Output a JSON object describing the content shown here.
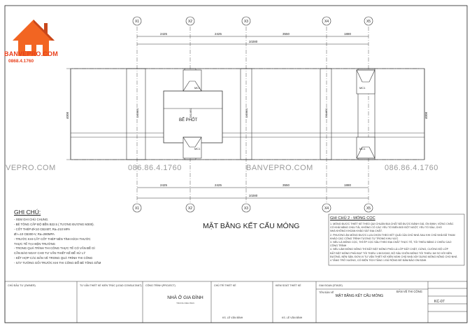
{
  "brand": {
    "name": "BANVEPRO.COM",
    "phone": "0868.4.1760"
  },
  "watermark": {
    "left": "VEPRO.COM",
    "phone1": "086.86.4.1760",
    "center": "BANVEPRO.COM",
    "phone2": "086.86.4.1760"
  },
  "plan": {
    "axes": [
      "X1",
      "X2",
      "X3",
      "X4",
      "X5"
    ],
    "top_spans": [
      "2425",
      "2425",
      "3550",
      "1880"
    ],
    "bottom_spans": [
      "2425",
      "2425",
      "3550",
      "1880"
    ],
    "total_length": "10280",
    "side_dim": "4008",
    "pit_label": "BỂ PHỐT",
    "foundation_labels": [
      "MC1",
      "MC1",
      "MC1",
      "MC1"
    ],
    "beam_labels": [
      "DG-MB1",
      "DG-MB1",
      "DG-MB1",
      "DG-MB1"
    ]
  },
  "drawing_title": "MẶT BẰNG KẾT CẤU MÓNG",
  "notes": {
    "title": "GHI CHÚ:",
    "lines": [
      "- XEM GHI CHÚ CHUNG.",
      "- BÊ TÔNG CẤP ĐỘ BỀN B22.5 ( TƯƠNG ĐƯƠNG M300).",
      "- CỐT THÉP Ø<10 CB240T, Ra=210 MPA",
      "       Ø>=10 CB300-V, Ra=280MPA",
      "- TRƯỚC KHI CẮT CỐT THÉP NÊN TÍNH KÍCH THƯỚC",
      "THỰC TẾ TẠI HIỆN TRƯỜNG",
      "- TRONG QUÁ TRÌNH THI CÔNG THỰC TẾ CÓ VẤN ĐỀ GÌ",
      "CẦN BÁO NGAY CHO TƯ VẤN THIẾT KẾ ĐỂ XỬ LÝ",
      "- KẾT HỢP CÁC BẢN VẼ TRONG QUÁ TRÌNH THI CÔNG",
      "- XÂY TƯỜNG GỐI TRƯỚC KHI THI CÔNG ĐỔ BÊ TÔNG DẦM"
    ]
  },
  "notes2": {
    "title": "GHI CHÚ 2 - MÓNG CỌC",
    "lines": [
      "1. MÓNG ĐƯỢC THIẾT KẾ THEO QUI CHUẨN ĐỊA CHẤT ĐÃ ĐƯỢC ĐÁNH GIÁ, ỔN ĐỊNH, VỮNG CHẮC",
      "CÓ KHẢ NĂNG CHỊU TẢI, KHÔNG CÓ CÁC YẾU TỐ BIẾN ĐỔI ĐỘT NGỘT, YẾU TỐ SÂU, CHỐ",
      "NHÀ KHÔNG KHOAN KHẢO SÁT ĐỊA CHẤT.",
      "2. PHƯƠNG ÁN MÓNG ĐƯỢC LỰA CHỌN THEO KẾT QUẢ CỦA CHỦ NHÀ SAU KHI CHỦ NHÀ ĐÃ THAM",
      "KHẢO CÁC CÔNG TRÌNH TƯƠNG TỰ TRONG KHU VỰC",
      "3. NẾU LÀ MÓNG CỌC, THÌ ÉP CỌC SÂU THEO ĐỊA CHẤT THỰC TẾ, TỐI THIỂU BẰNG 2 CHIỀU CAO",
      "CÔNG TRÌNH",
      "4. NẾU LÀM MÓNG NÔNG THÌ ĐẤT ĐẶT MÓNG PHẢI LÀ LỚP ĐẤT CHẶT, CỨNG, CƯỜNG ĐỘ LỚP",
      "ĐẤT ĐẶT MÓNG PHẢI ĐẠT TỐI THIỂU 1.5KG/CM2, ĐỘ SÂU CHÔN MÓNG TỐI THIỂU 1M SO VỚI NỀN",
      "ĐƯỜNG, NỀN SÂN. ĐƠN VỊ TƯ VẤN THIẾT KẾ KIẾN NGHỊ CHỦ NHÀ XÂY DỰNG MÓNG NÔNG CHO NHÀ",
      "4 TẦNG TRỞ XUỐNG, CÓ ĐIỆN TÍCH TẦNG 1 ĐỦ RỘNG ĐỂ ĐẢM BẢO ỔN ĐỊNH."
    ]
  },
  "title_block": {
    "owner_label": "CHỦ ĐẦU TƯ (OWNER)",
    "consultant_label": "TƯ VẤN THIẾT KẾ KIẾN TRÚC (LEAD CONSULTANT)",
    "project_label": "CÔNG TRÌNH (PROJECT)",
    "project_name": "NHÀ Ở GIA ĐÌNH",
    "project_sub": "TRUNG DIEU BAN",
    "manager_label": "CHỦ TRÌ THIẾT KẾ",
    "manager_name": "KS. LÊ VĂN BÌNH",
    "checker_label": "KIỂM SOÁT THIẾT KẾ",
    "checker_name": "KS. LÊ VĂN BÌNH",
    "stage_label": "GIAI ĐOẠN (STAGE)",
    "stage_value": "BẢN VẼ THI CÔNG",
    "drawing_name_label": "TÊN BẢN VẼ",
    "drawing_name": "MẶT BẰNG KẾT CẤU MÓNG",
    "sheet_code": "KC-07"
  }
}
